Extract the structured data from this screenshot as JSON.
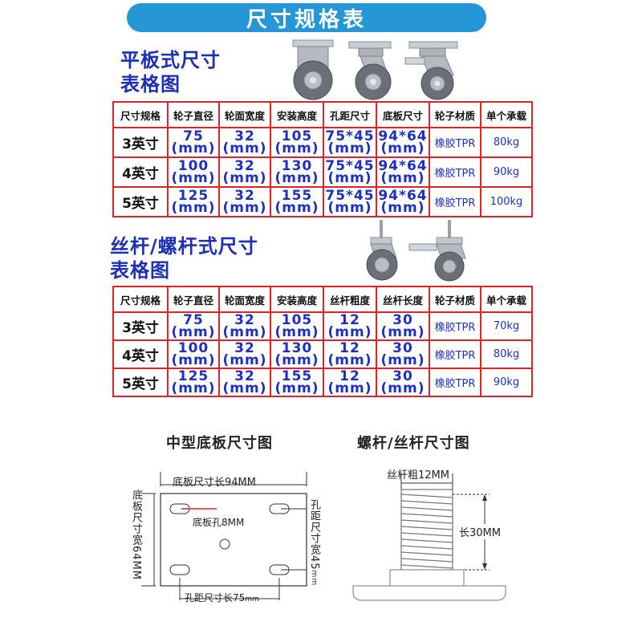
{
  "banner": {
    "title": "尺寸规格表"
  },
  "flat": {
    "title_line1": "平板式尺寸",
    "title_line2": "表格图",
    "headers": [
      "尺寸规格",
      "轮子直径",
      "轮面宽度",
      "安装高度",
      "孔距尺寸",
      "底板尺寸",
      "轮子材质",
      "单个承载"
    ],
    "rows": [
      {
        "label": "3英寸",
        "diameter": "75",
        "width": "32",
        "height": "105",
        "hole": "75*45",
        "plate": "94*64",
        "unit": "(mm)",
        "material": "橡胶TPR",
        "load": "80kg"
      },
      {
        "label": "4英寸",
        "diameter": "100",
        "width": "32",
        "height": "130",
        "hole": "75*45",
        "plate": "94*64",
        "unit": "(mm)",
        "material": "橡胶TPR",
        "load": "90kg"
      },
      {
        "label": "5英寸",
        "diameter": "125",
        "width": "32",
        "height": "155",
        "hole": "75*45",
        "plate": "94*64",
        "unit": "(mm)",
        "material": "橡胶TPR",
        "load": "100kg"
      }
    ]
  },
  "screw": {
    "title_line1": "丝杆/螺杆式尺寸",
    "title_line2": "表格图",
    "headers": [
      "尺寸规格",
      "轮子直径",
      "轮面宽度",
      "安装高度",
      "丝杆粗度",
      "丝杆长度",
      "轮子材质",
      "单个承载"
    ],
    "rows": [
      {
        "label": "3英寸",
        "diameter": "75",
        "width": "32",
        "height": "105",
        "thick": "12",
        "length": "30",
        "unit": "(mm)",
        "material": "橡胶TPR",
        "load": "70kg"
      },
      {
        "label": "4英寸",
        "diameter": "100",
        "width": "32",
        "height": "130",
        "thick": "12",
        "length": "30",
        "unit": "(mm)",
        "material": "橡胶TPR",
        "load": "80kg"
      },
      {
        "label": "5英寸",
        "diameter": "125",
        "width": "32",
        "height": "155",
        "thick": "12",
        "length": "30",
        "unit": "(mm)",
        "material": "橡胶TPR",
        "load": "90kg"
      }
    ]
  },
  "plate_diagram": {
    "title": "中型底板尺寸图",
    "length_label": "底板尺寸长94MM",
    "width_label": "底板尺寸宽64MM",
    "hole_label": "底板孔8MM",
    "hole_width_label": "孔距尺寸宽45",
    "hole_width_unit": "mm",
    "hole_length_label": "孔距尺寸长75",
    "hole_length_unit": "mm"
  },
  "screw_diagram": {
    "title": "螺杆/丝杆尺寸图",
    "thick_label": "丝杆粗12MM",
    "length_label": "长30MM"
  },
  "colors": {
    "banner": "#2596d6",
    "title_blue": "#1b2fb8",
    "value_blue": "#1c30c4",
    "border_red": "#e0242b"
  }
}
